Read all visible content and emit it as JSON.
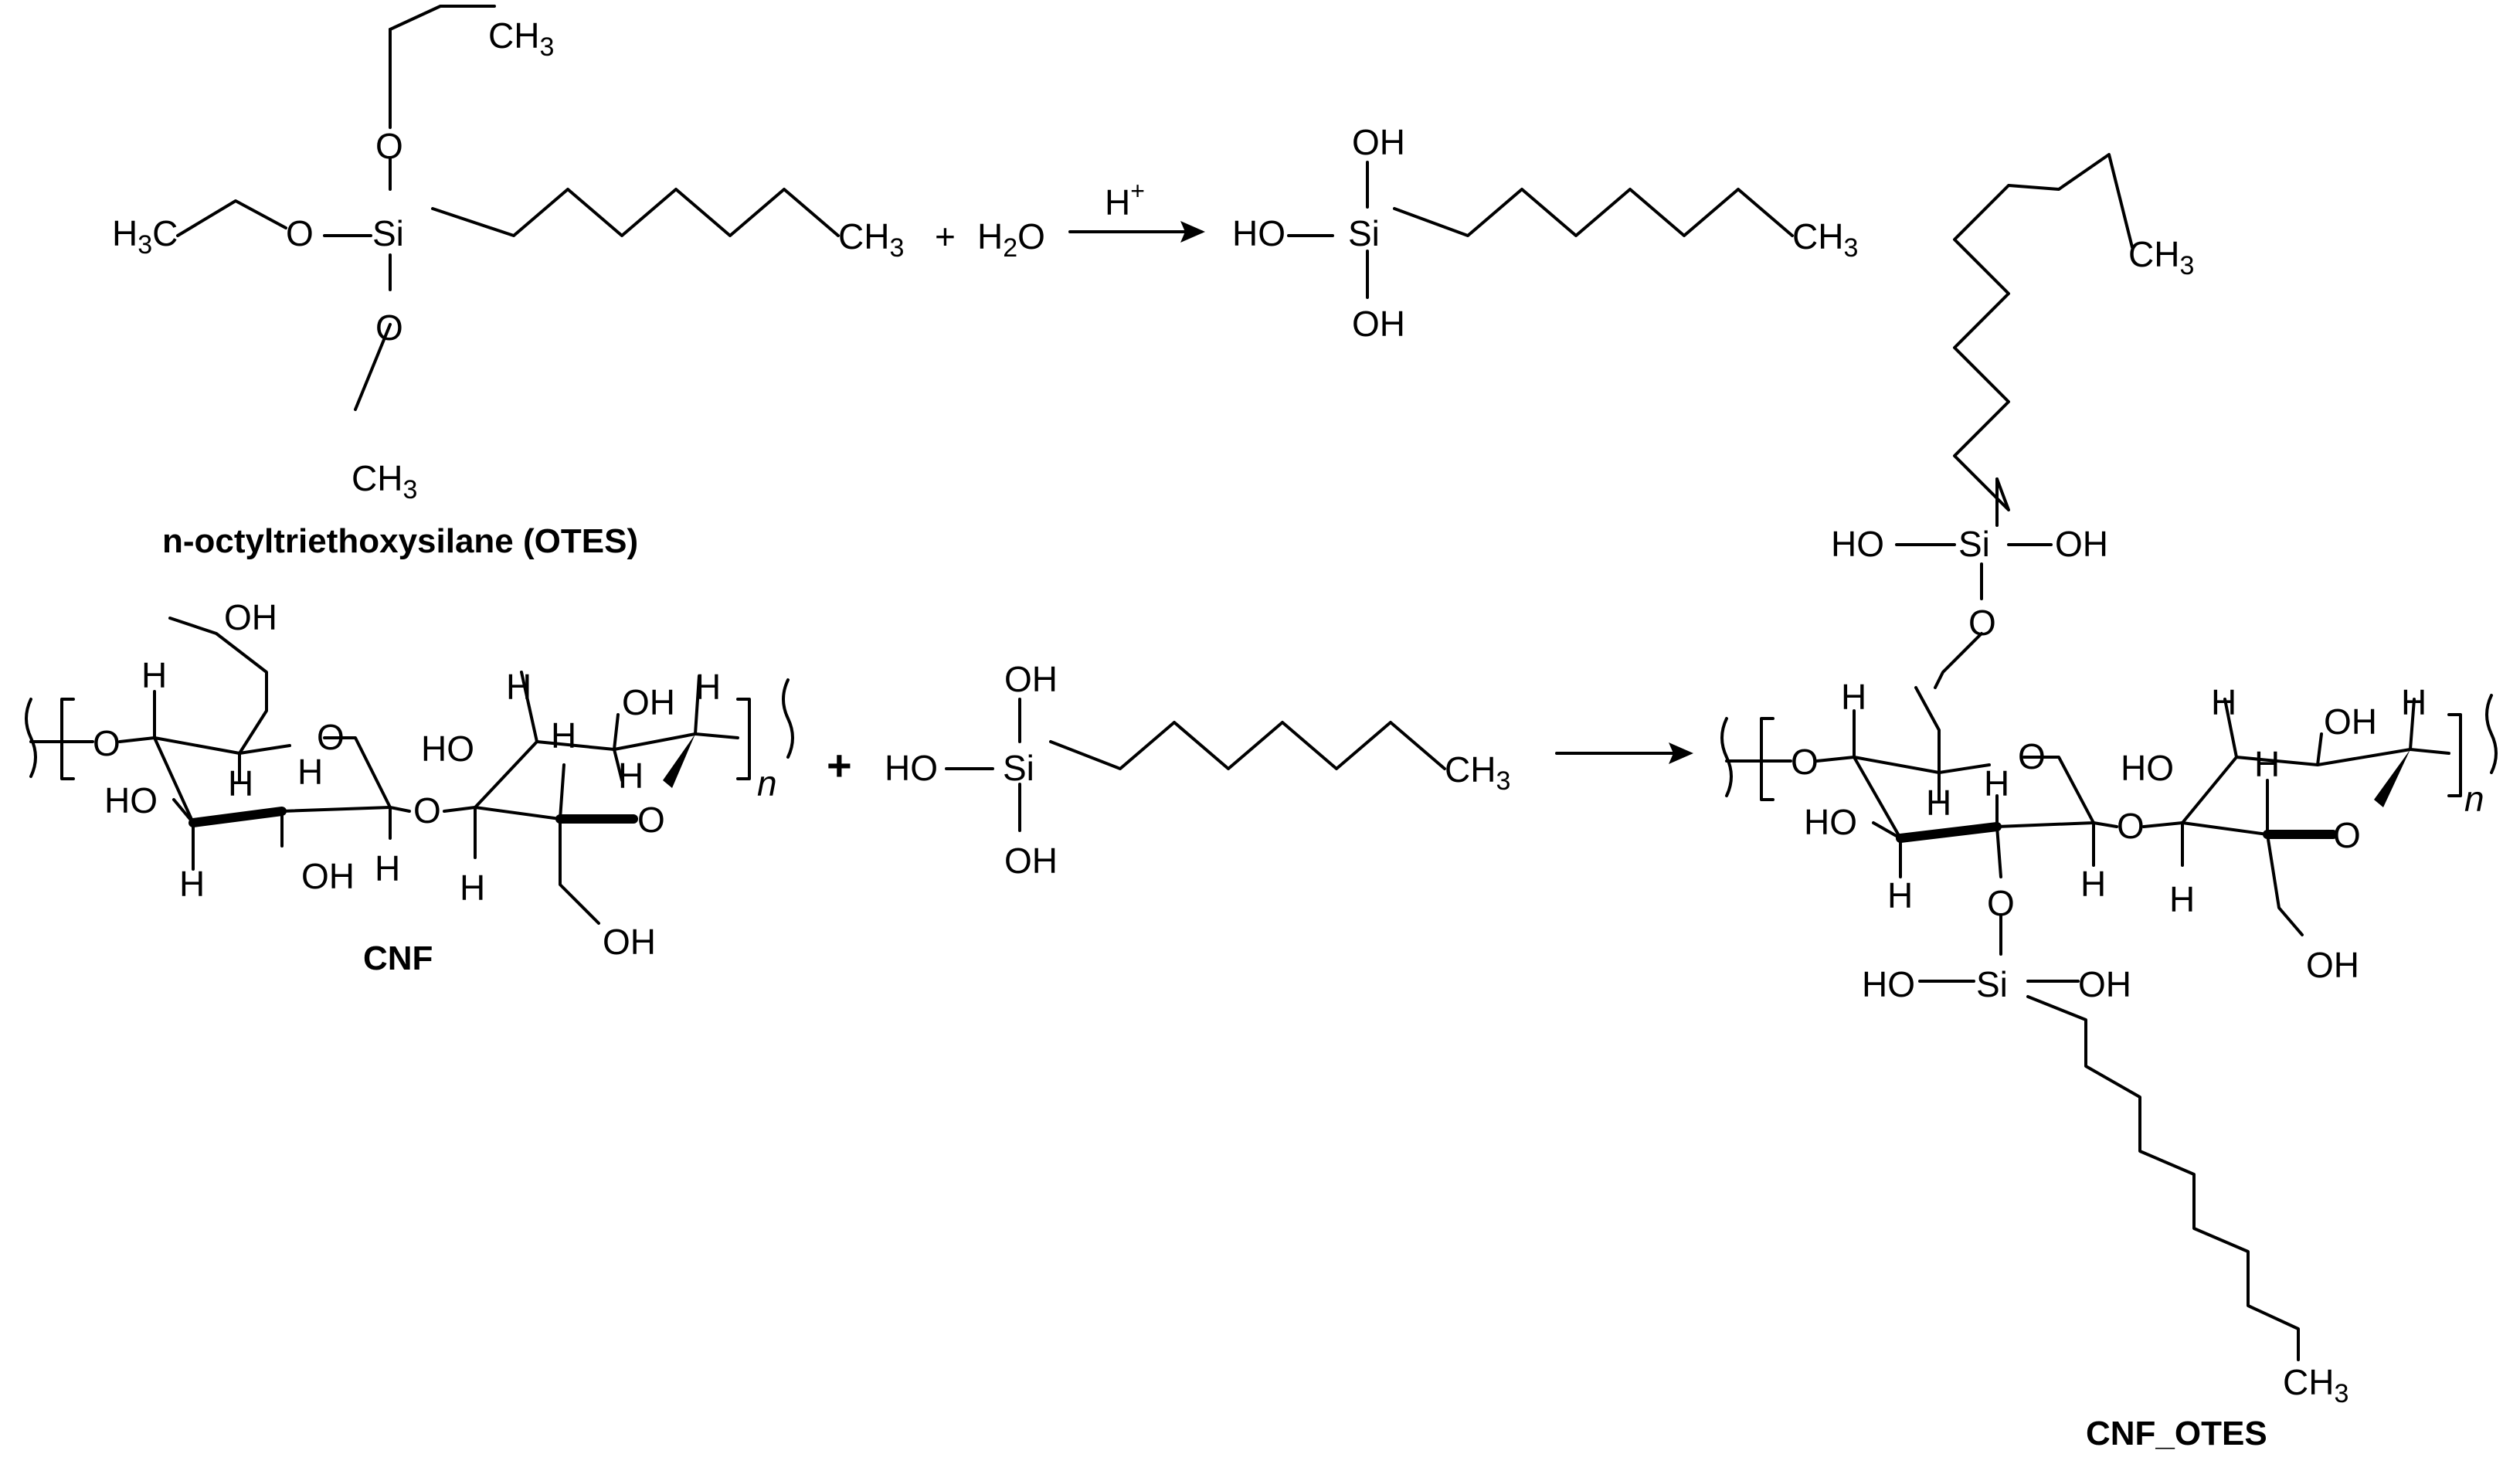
{
  "labels": {
    "otes_name": "n-octyltriethoxysilane (OTES)",
    "cnf_name": "CNF",
    "product_name": "CNF_OTES",
    "catalyst": "H",
    "catalyst_charge": "+",
    "plus": "+",
    "repeat_index": "n"
  },
  "atoms": {
    "methyl_ch": "CH",
    "methyl_h3_left": "H",
    "methyl_c_left": "C",
    "three": "3",
    "two": "2",
    "oxygen": "O",
    "silicon": "Si",
    "hydroxyl": "OH",
    "hydroxyl_left": "HO",
    "hydrogen": "H",
    "water_h": "H",
    "water_o": "O"
  },
  "colors": {
    "ink": "#000000",
    "background": "#ffffff"
  }
}
